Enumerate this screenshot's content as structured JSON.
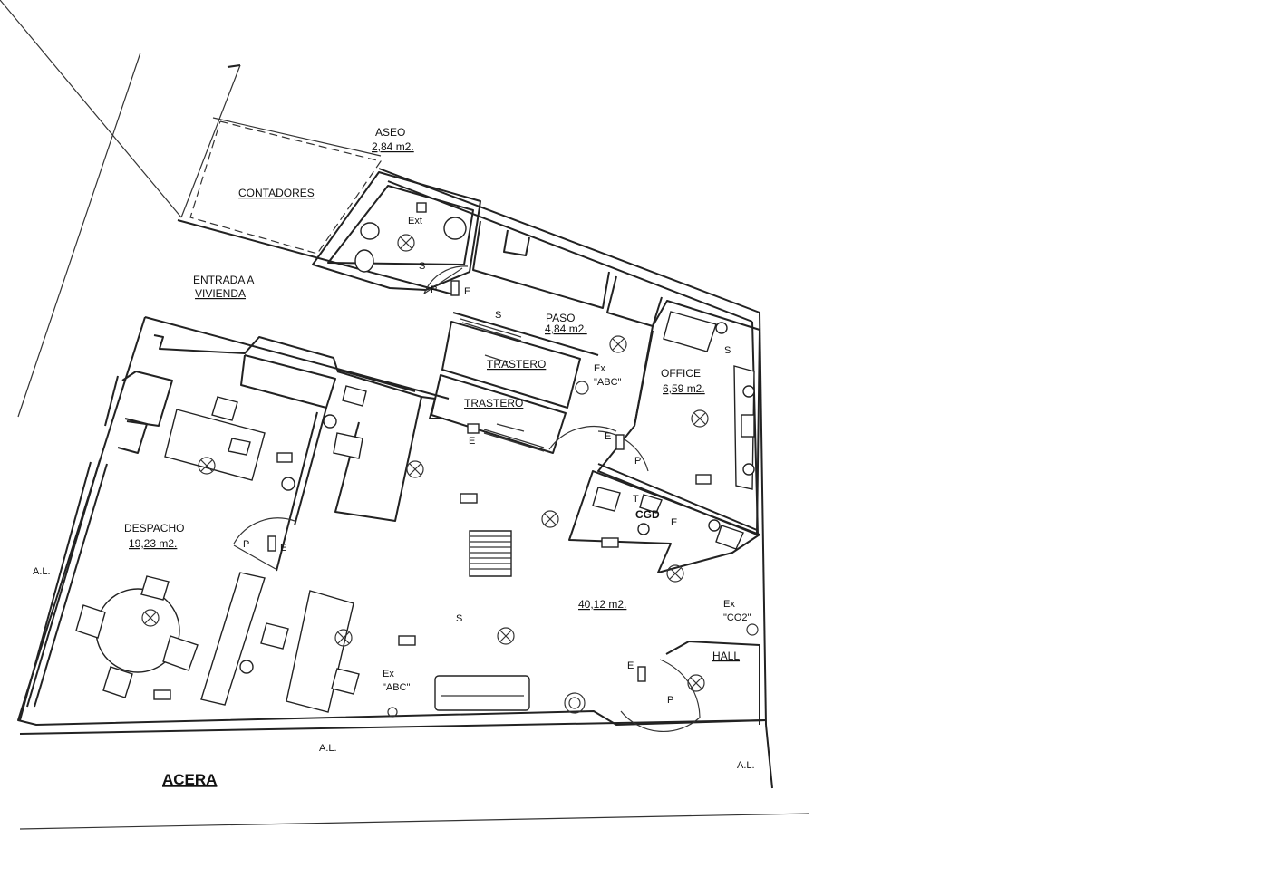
{
  "rooms": {
    "aseo": {
      "name": "ASEO",
      "area": "2,84 m2."
    },
    "contadores": {
      "name": "CONTADORES"
    },
    "entrada": {
      "line1": "ENTRADA A",
      "line2": "VIVIENDA"
    },
    "paso": {
      "name": "PASO",
      "area": "4,84 m2."
    },
    "trastero1": {
      "name": "TRASTERO"
    },
    "trastero2": {
      "name": "TRASTERO"
    },
    "office": {
      "name": "OFFICE",
      "area": "6,59 m2."
    },
    "despacho": {
      "name": "DESPACHO",
      "area": "19,23 m2."
    },
    "main": {
      "area": "40,12 m2."
    },
    "hall": {
      "name": "HALL"
    }
  },
  "equipment": {
    "ext": "Ext",
    "cgd": "CGD",
    "t": "T",
    "ex_abc_top": {
      "line1": "Ex",
      "line2": "\"ABC\""
    },
    "ex_abc_bottom": {
      "line1": "Ex",
      "line2": "\"ABC\""
    },
    "ex_co2": {
      "line1": "Ex",
      "line2": "\"CO2\""
    }
  },
  "markers": {
    "s": "S",
    "p": "P",
    "e": "E",
    "al": "A.L."
  },
  "street": "ACERA"
}
